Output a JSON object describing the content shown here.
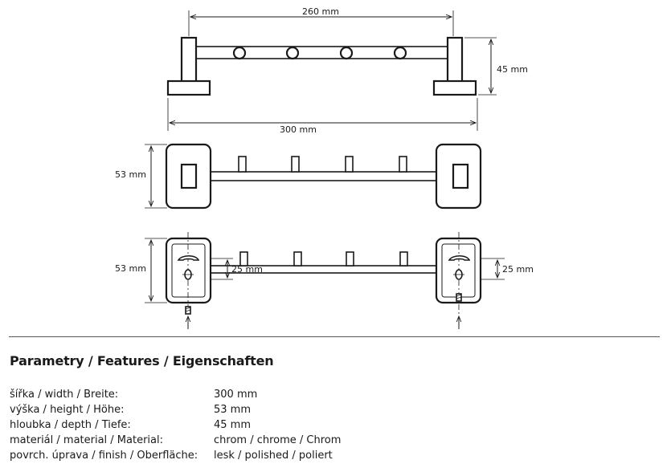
{
  "dimensions": {
    "top_width": "260 mm",
    "side_height": "45 mm",
    "overall_width": "300 mm",
    "front_height": "53 mm",
    "back_height": "53 mm",
    "mount_offset_left": "25 mm",
    "mount_offset_right": "25 mm"
  },
  "features": {
    "title": "Parametry / Features / Eigenschaften",
    "rows": [
      {
        "label": "šířka / width / Breite:",
        "value": "300 mm"
      },
      {
        "label": "výška / height / Höhe:",
        "value": "53 mm"
      },
      {
        "label": "hloubka / depth / Tiefe:",
        "value": "45 mm"
      },
      {
        "label": "materiál / material / Material:",
        "value": "chrom / chrome / Chrom"
      },
      {
        "label": "povrch. úprava / finish / Oberfläche:",
        "value": "lesk / polished / poliert"
      }
    ]
  }
}
